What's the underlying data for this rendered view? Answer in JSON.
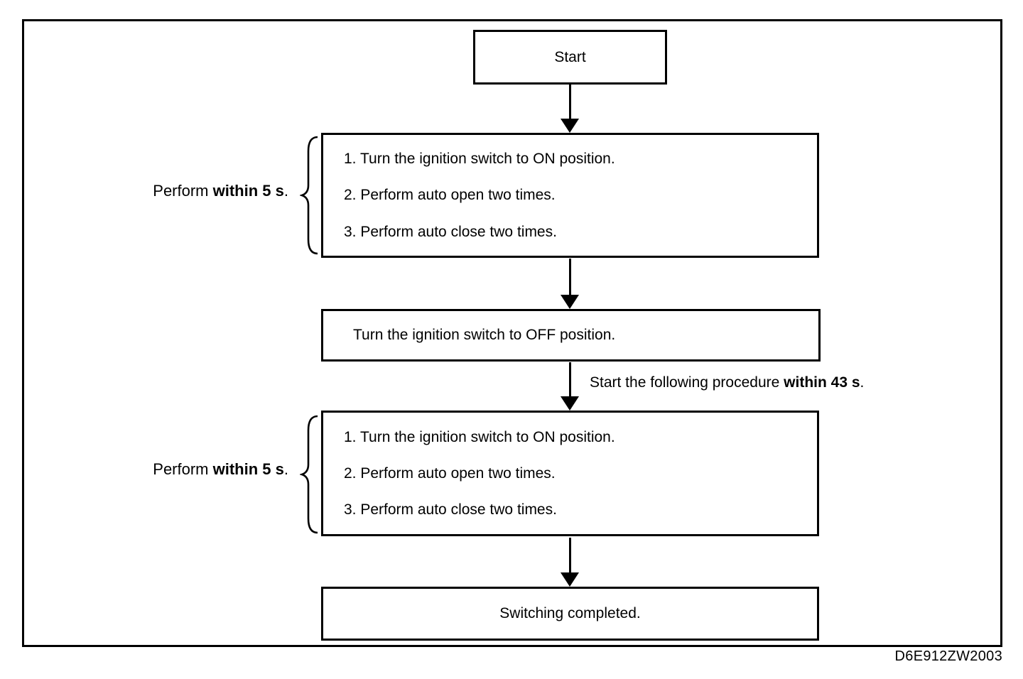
{
  "flowchart": {
    "start": {
      "label": "Start"
    },
    "step_box_1": {
      "steps": [
        "1. Turn the ignition switch to ON position.",
        "2. Perform auto open two times.",
        "3. Perform auto close two times."
      ]
    },
    "annotation_1": {
      "prefix": "Perform ",
      "bold": "within 5 s",
      "suffix": "."
    },
    "ignition_off_box": {
      "label": "Turn the ignition switch to OFF position."
    },
    "timing_note": {
      "prefix": "Start the following procedure ",
      "bold": "within 43 s",
      "suffix": "."
    },
    "step_box_2": {
      "steps": [
        "1. Turn the ignition switch to ON position.",
        "2. Perform auto open two times.",
        "3. Perform auto close two times."
      ]
    },
    "annotation_2": {
      "prefix": "Perform ",
      "bold": "within 5 s",
      "suffix": "."
    },
    "end_box": {
      "label": "Switching completed."
    },
    "figure_code": "D6E912ZW2003"
  },
  "colors": {
    "ink": "#000000",
    "background": "#ffffff"
  }
}
